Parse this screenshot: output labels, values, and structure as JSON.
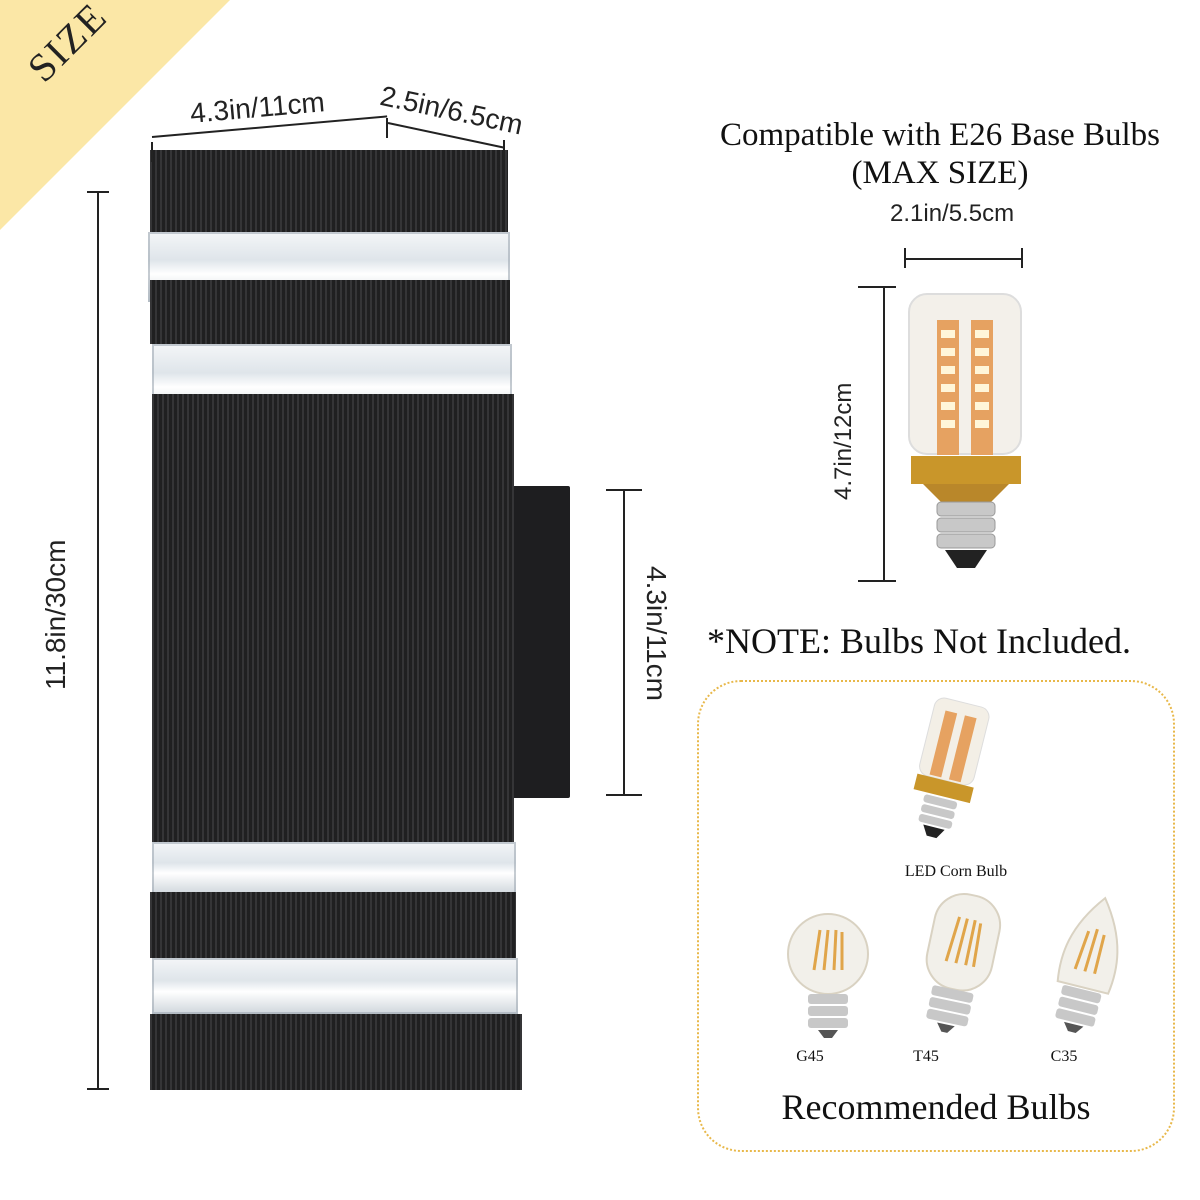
{
  "corner_label": "SIZE",
  "dimensions": {
    "width": "4.3in/11cm",
    "depth": "2.5in/6.5cm",
    "height": "11.8in/30cm",
    "mount": "4.3in/11cm"
  },
  "compat": {
    "title_line1": "Compatible with E26 Base Bulbs",
    "title_line2": "(MAX SIZE)",
    "bulb_width": "2.1in/5.5cm",
    "bulb_height": "4.7in/12cm"
  },
  "note": "*NOTE: Bulbs Not Included.",
  "recommended": {
    "title": "Recommended Bulbs",
    "bulbs": [
      {
        "name": "LED Corn Bulb"
      },
      {
        "name": "G45"
      },
      {
        "name": "T45"
      },
      {
        "name": "C35"
      }
    ]
  },
  "colors": {
    "corner": "#fbe7a6",
    "panel_border": "#e8b84a",
    "lamp_body": "#2a2a2c",
    "gold": "#c9962a"
  }
}
